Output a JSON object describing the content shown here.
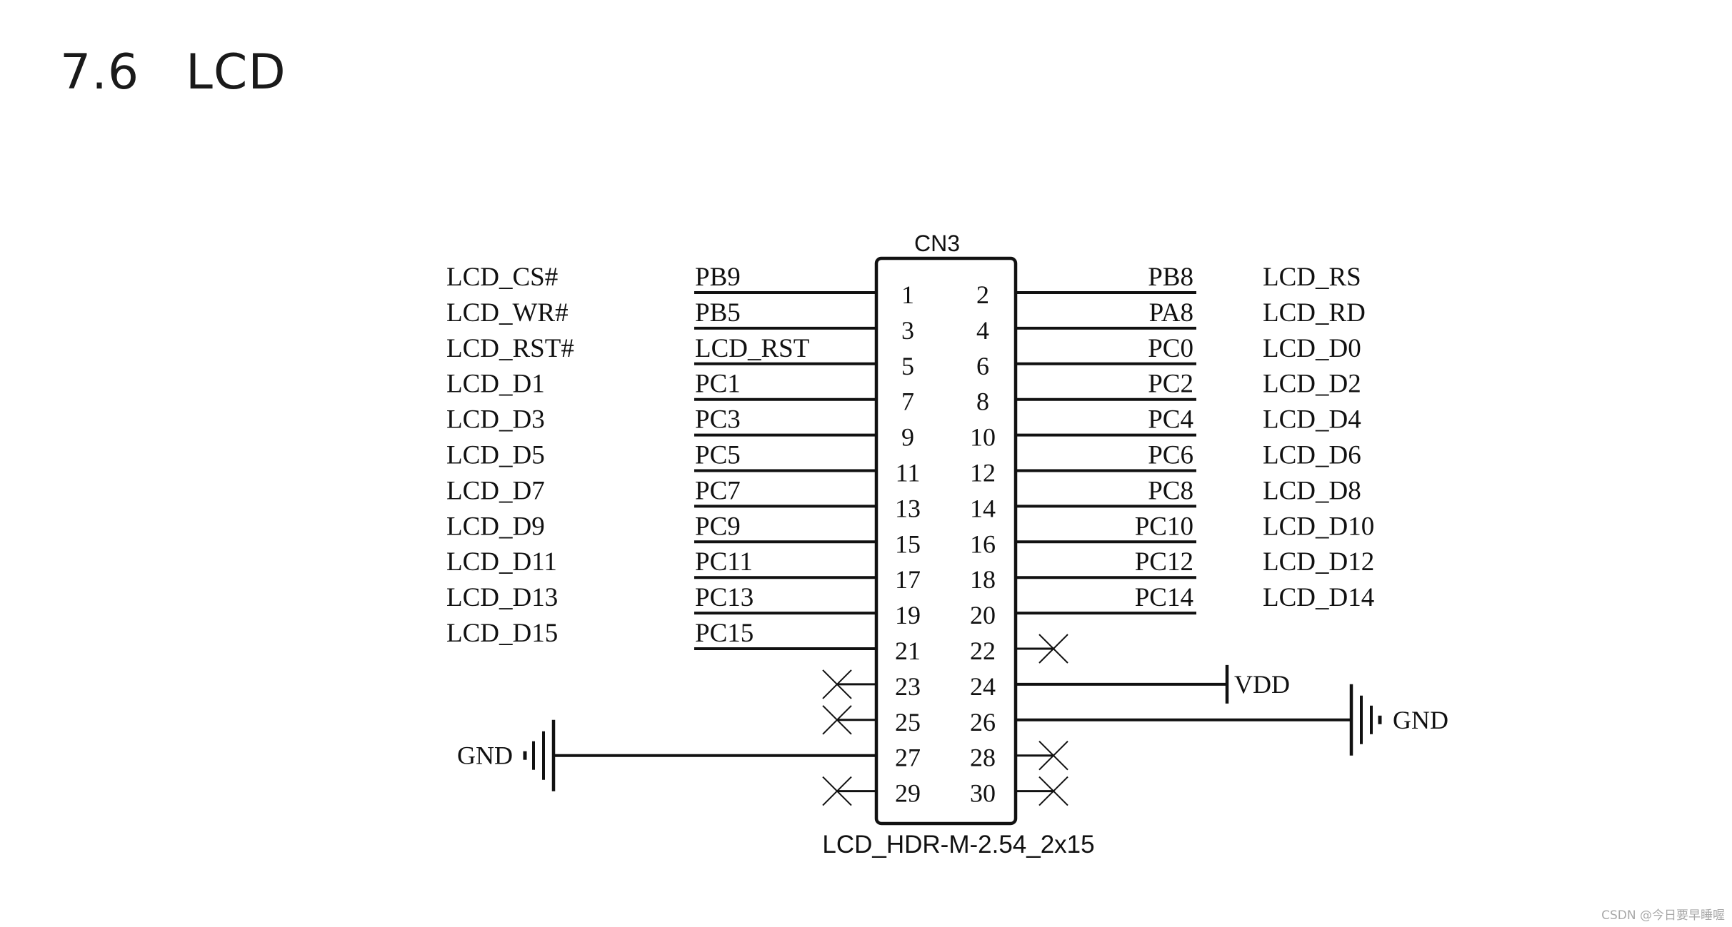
{
  "heading": {
    "number": "7.6",
    "title": "LCD"
  },
  "connector": {
    "refdes": "CN3",
    "footprint": "LCD_HDR-M-2.54_2x15"
  },
  "left_pins": [
    {
      "pin": "1",
      "net": "PB9",
      "signal": "LCD_CS#"
    },
    {
      "pin": "3",
      "net": "PB5",
      "signal": "LCD_WR#"
    },
    {
      "pin": "5",
      "net": "LCD_RST",
      "signal": "LCD_RST#"
    },
    {
      "pin": "7",
      "net": "PC1",
      "signal": "LCD_D1"
    },
    {
      "pin": "9",
      "net": "PC3",
      "signal": "LCD_D3"
    },
    {
      "pin": "11",
      "net": "PC5",
      "signal": "LCD_D5"
    },
    {
      "pin": "13",
      "net": "PC7",
      "signal": "LCD_D7"
    },
    {
      "pin": "15",
      "net": "PC9",
      "signal": "LCD_D9"
    },
    {
      "pin": "17",
      "net": "PC11",
      "signal": "LCD_D11"
    },
    {
      "pin": "19",
      "net": "PC13",
      "signal": "LCD_D13"
    },
    {
      "pin": "21",
      "net": "PC15",
      "signal": "LCD_D15"
    },
    {
      "pin": "23",
      "net": "",
      "signal": "",
      "nc": true
    },
    {
      "pin": "25",
      "net": "",
      "signal": "",
      "nc": true
    },
    {
      "pin": "27",
      "net": "",
      "signal": "",
      "power": "GND"
    },
    {
      "pin": "29",
      "net": "",
      "signal": "",
      "nc": true
    }
  ],
  "right_pins": [
    {
      "pin": "2",
      "net": "PB8",
      "signal": "LCD_RS"
    },
    {
      "pin": "4",
      "net": "PA8",
      "signal": "LCD_RD"
    },
    {
      "pin": "6",
      "net": "PC0",
      "signal": "LCD_D0"
    },
    {
      "pin": "8",
      "net": "PC2",
      "signal": "LCD_D2"
    },
    {
      "pin": "10",
      "net": "PC4",
      "signal": "LCD_D4"
    },
    {
      "pin": "12",
      "net": "PC6",
      "signal": "LCD_D6"
    },
    {
      "pin": "14",
      "net": "PC8",
      "signal": "LCD_D8"
    },
    {
      "pin": "16",
      "net": "PC10",
      "signal": "LCD_D10"
    },
    {
      "pin": "18",
      "net": "PC12",
      "signal": "LCD_D12"
    },
    {
      "pin": "20",
      "net": "PC14",
      "signal": "LCD_D14"
    },
    {
      "pin": "22",
      "net": "",
      "signal": "",
      "nc": true
    },
    {
      "pin": "24",
      "net": "",
      "signal": "",
      "power": "VDD"
    },
    {
      "pin": "26",
      "net": "",
      "signal": "",
      "power": "GND"
    },
    {
      "pin": "28",
      "net": "",
      "signal": "",
      "nc": true
    },
    {
      "pin": "30",
      "net": "",
      "signal": "",
      "nc": true
    }
  ],
  "watermark": "CSDN @今日要早睡喔"
}
